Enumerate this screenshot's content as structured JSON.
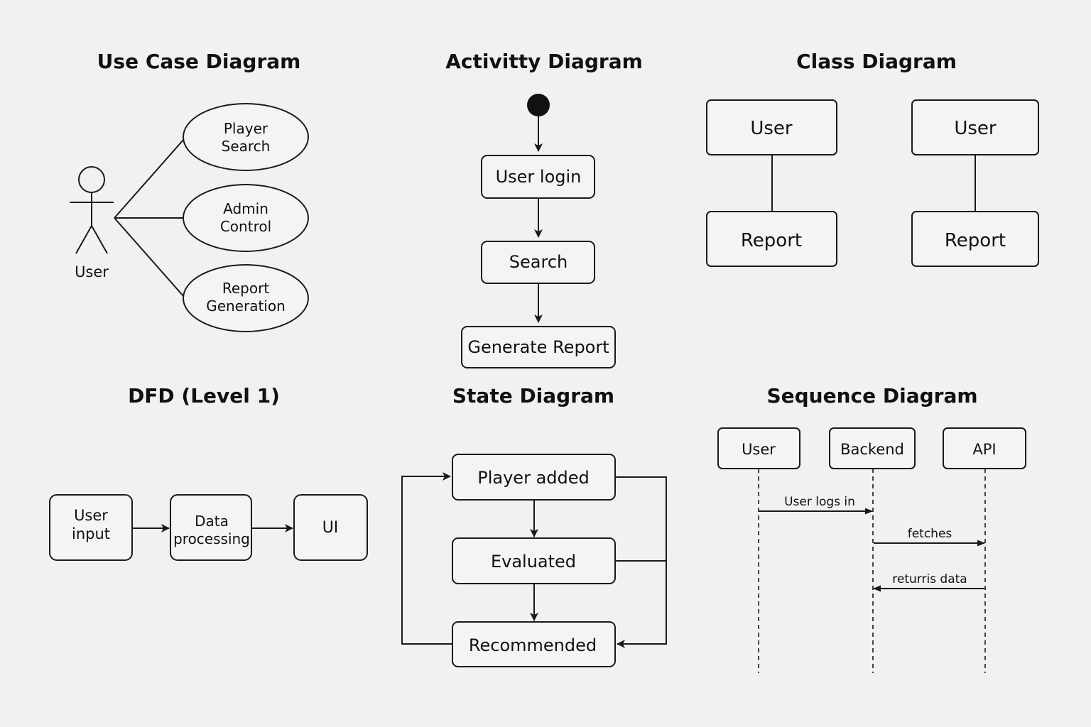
{
  "use_case": {
    "title": "Use Case Diagram",
    "actor": "User",
    "cases": [
      [
        "Player",
        "Search"
      ],
      [
        "Admin",
        "Control"
      ],
      [
        "Report",
        "Generation"
      ]
    ]
  },
  "activity": {
    "title": "Activitty Diagram",
    "steps": [
      "User login",
      "Search",
      "Generate Report"
    ]
  },
  "class_diagram": {
    "title": "Class Diagram",
    "pairs": [
      {
        "top": "User",
        "bottom": "Report"
      },
      {
        "top": "User",
        "bottom": "Report"
      }
    ]
  },
  "dfd": {
    "title": "DFD (Level 1)",
    "nodes": [
      [
        "User",
        "input"
      ],
      [
        "Data",
        "processing"
      ],
      [
        "UI"
      ]
    ]
  },
  "state": {
    "title": "State Diagram",
    "states": [
      "Player added",
      "Evaluated",
      "Recommended"
    ]
  },
  "sequence": {
    "title": "Sequence Diagram",
    "participants": [
      "User",
      "Backend",
      "API"
    ],
    "messages": [
      {
        "from": 0,
        "to": 1,
        "label": "User logs in"
      },
      {
        "from": 1,
        "to": 2,
        "label": "fetches"
      },
      {
        "from": 2,
        "to": 1,
        "label": "returris data"
      }
    ]
  }
}
